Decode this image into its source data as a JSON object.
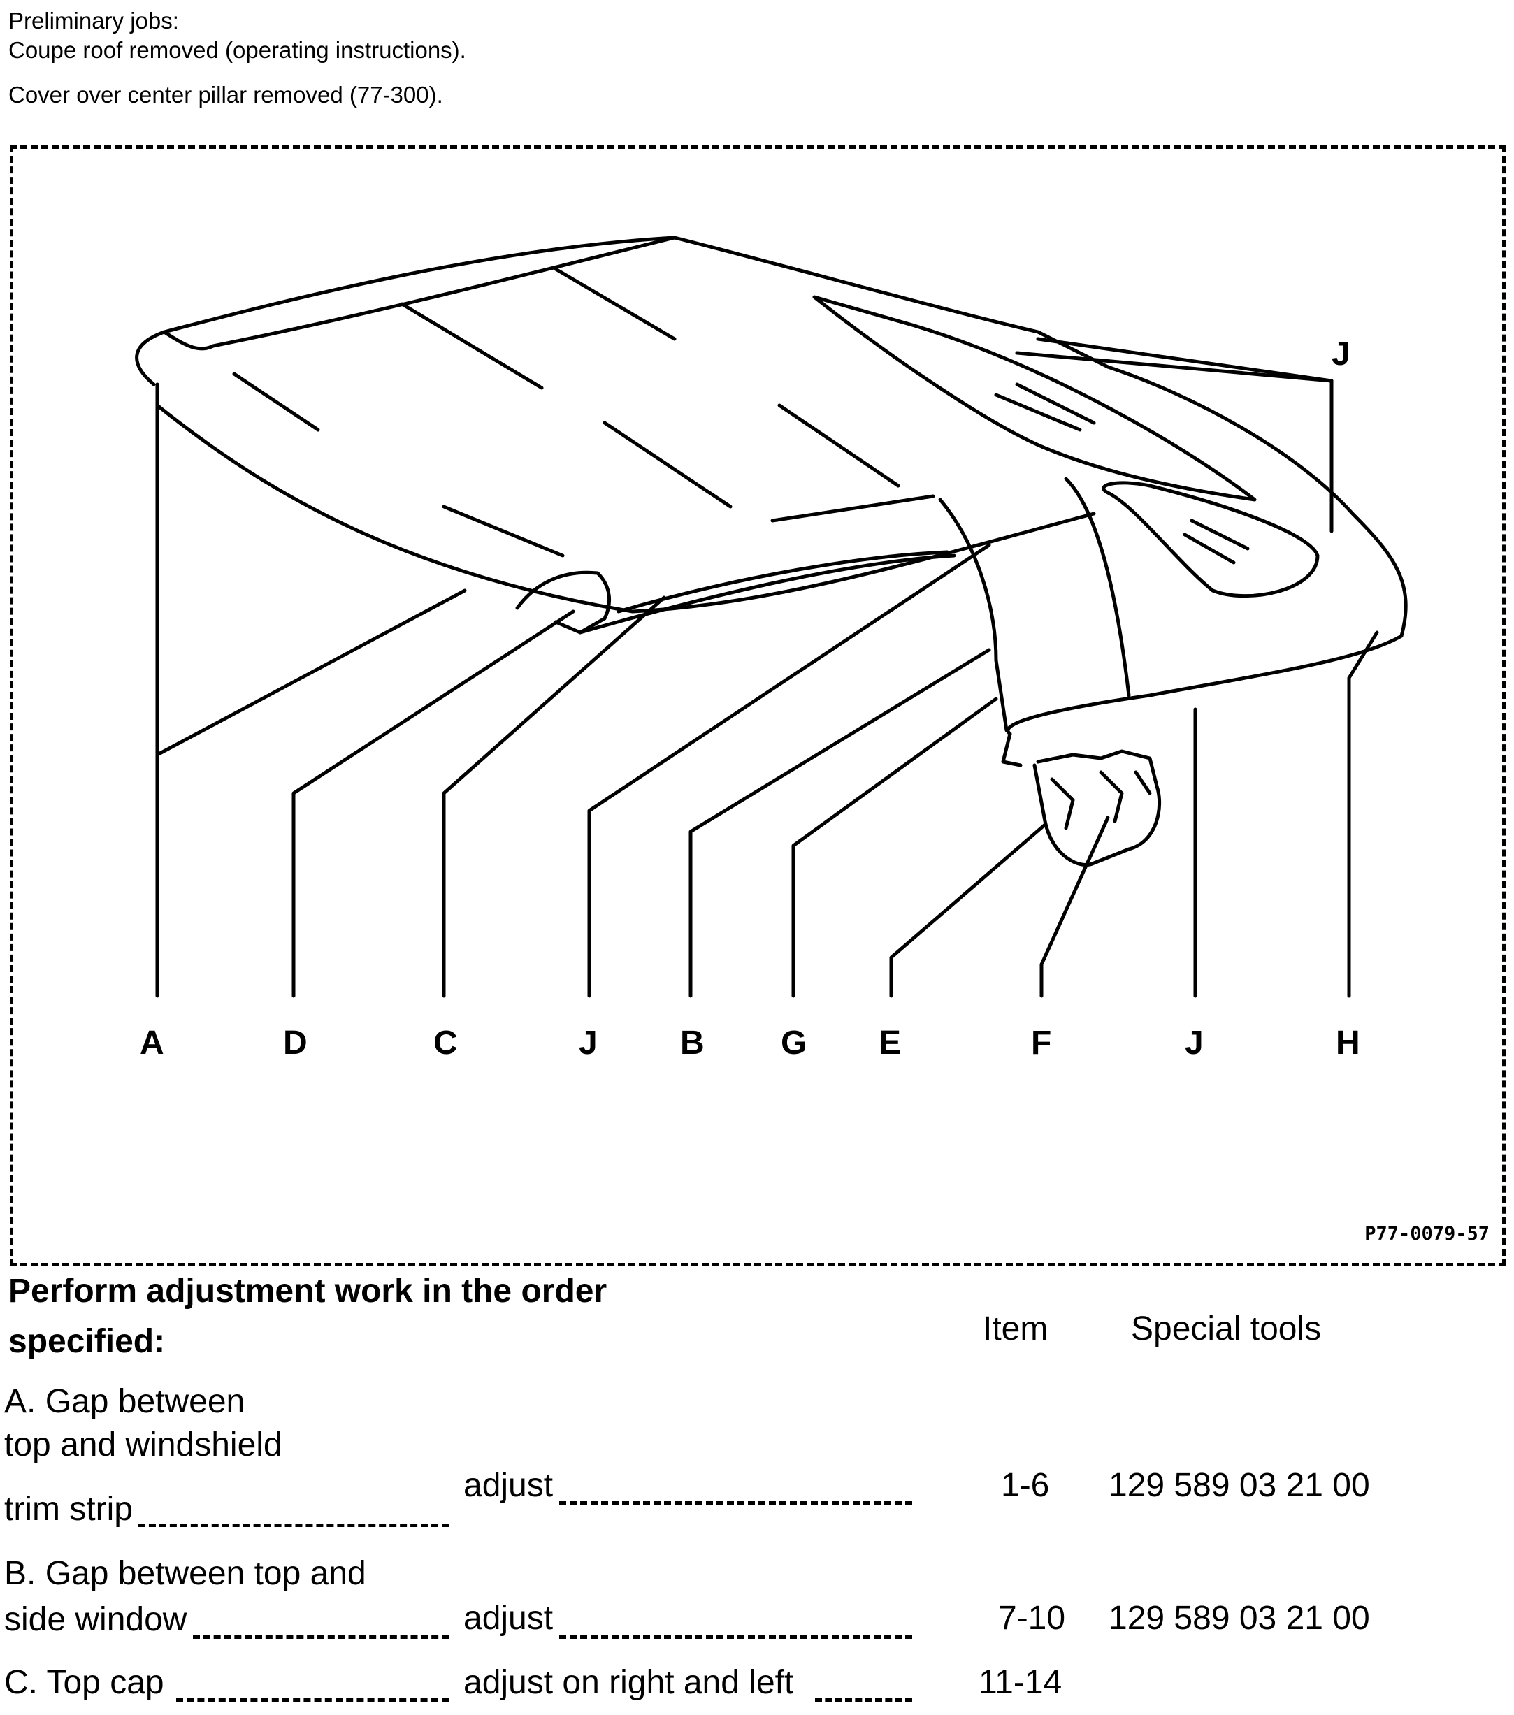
{
  "preliminary": {
    "title": "Preliminary jobs:",
    "line1": "Coupe roof removed (operating instructions).",
    "line2": "Cover over center pillar removed (77-300)."
  },
  "figure": {
    "code": "P77-0079-57",
    "callouts": [
      "A",
      "D",
      "C",
      "J",
      "B",
      "G",
      "E",
      "F",
      "J",
      "H"
    ],
    "top_callout": "J"
  },
  "instructions": {
    "heading_line1": "Perform adjustment work in the order",
    "heading_line2": "specified:",
    "col_item": "Item",
    "col_tools": "Special tools"
  },
  "rows": [
    {
      "label_line1": "A. Gap between",
      "label_line2": "top and windshield",
      "label_line3": "trim strip",
      "action": "adjust",
      "item": "1-6",
      "tool": "129 589 03 21 00"
    },
    {
      "label_line1": "B. Gap between top and",
      "label_line2": "side window",
      "action": "adjust",
      "item": "7-10",
      "tool": "129 589 03 21 00"
    },
    {
      "label_line1": "C. Top cap",
      "action": "adjust on right and left",
      "item": "11-14"
    }
  ]
}
